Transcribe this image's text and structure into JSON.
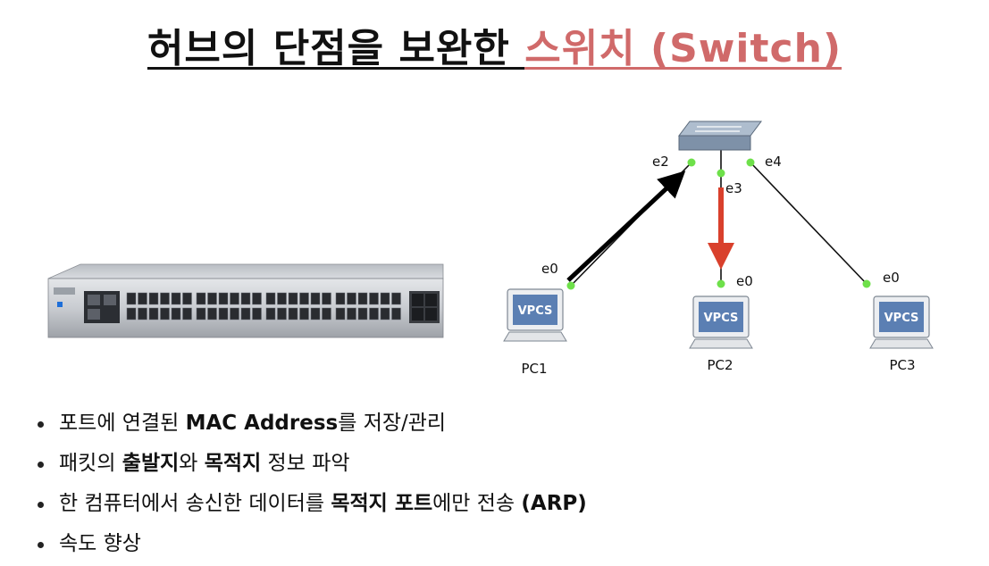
{
  "title": {
    "main": "허브의 단점을 보완한 ",
    "accent": "스위치 (Switch)"
  },
  "diagram": {
    "ports": {
      "e2": "e2",
      "e3": "e3",
      "e4": "e4",
      "pc1_e0": "e0",
      "pc2_e0": "e0",
      "pc3_e0": "e0"
    },
    "pcs": [
      {
        "name": "PC1",
        "badge": "VPCS"
      },
      {
        "name": "PC2",
        "badge": "VPCS"
      },
      {
        "name": "PC3",
        "badge": "VPCS"
      }
    ],
    "colors": {
      "link": "#111111",
      "arrow_in": "#000000",
      "arrow_out": "#d9402c",
      "port_dot": "#6ee04a"
    }
  },
  "bullets": [
    {
      "parts": [
        {
          "t": "포트에 연결된 ",
          "b": false
        },
        {
          "t": "MAC Address",
          "b": true
        },
        {
          "t": "를 저장/관리",
          "b": false
        }
      ]
    },
    {
      "parts": [
        {
          "t": "패킷의 ",
          "b": false
        },
        {
          "t": "출발지",
          "b": true
        },
        {
          "t": "와 ",
          "b": false
        },
        {
          "t": "목적지",
          "b": true
        },
        {
          "t": " 정보 파악",
          "b": false
        }
      ]
    },
    {
      "parts": [
        {
          "t": "한 컴퓨터에서 송신한 데이터를 ",
          "b": false
        },
        {
          "t": "목적지 포트",
          "b": true
        },
        {
          "t": "에만 전송 ",
          "b": false
        },
        {
          "t": "(ARP)",
          "b": true
        }
      ]
    },
    {
      "parts": [
        {
          "t": "속도 향상",
          "b": false
        }
      ]
    }
  ]
}
